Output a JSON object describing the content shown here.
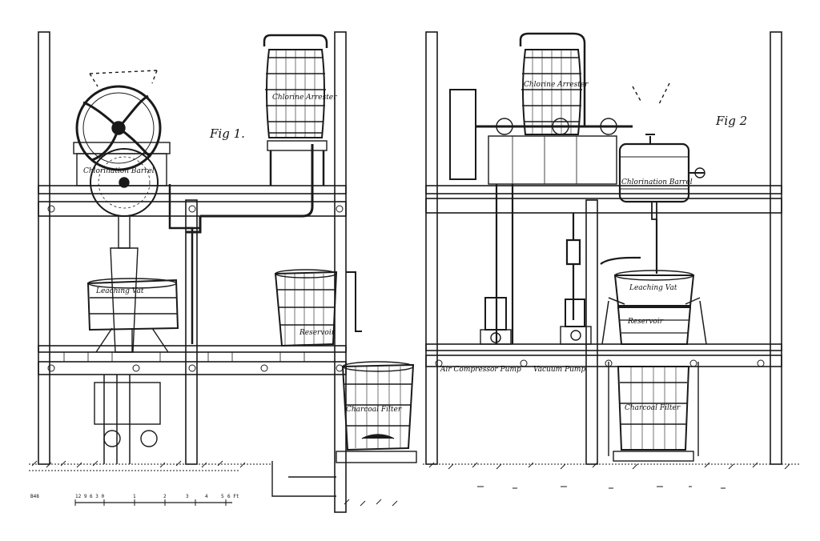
{
  "figures": {
    "fig1": {
      "caption": "Fig 1.",
      "labels": {
        "chlorine_arrester": "Chlorine Arrester",
        "chlorination_barrel": "Chlorination Barrel",
        "leaching_vat": "Leaching Vat",
        "reservoir": "Reservoir",
        "charcoal_filter": "Charcoal Filter"
      }
    },
    "fig2": {
      "caption": "Fig 2",
      "labels": {
        "chlorine_arrester": "Chlorine Arrester",
        "chlorination_barrel": "Chlorination Barrel",
        "leaching_vat": "Leaching Vat",
        "reservoir": "Reservoir",
        "air_compressor_pump": "Air Compressor Pump",
        "vacuum_pump": "Vacuum Pump",
        "charcoal_filter": "Charcoal Filter"
      }
    }
  },
  "scale_bar": {
    "plate_number": "B48",
    "ticks": [
      "12 9 6 3 0",
      "1",
      "2",
      "3",
      "4",
      "5"
    ],
    "unit": "6 Ft"
  },
  "colors": {
    "ink": "#1a1a1a",
    "paper": "#ffffff"
  }
}
